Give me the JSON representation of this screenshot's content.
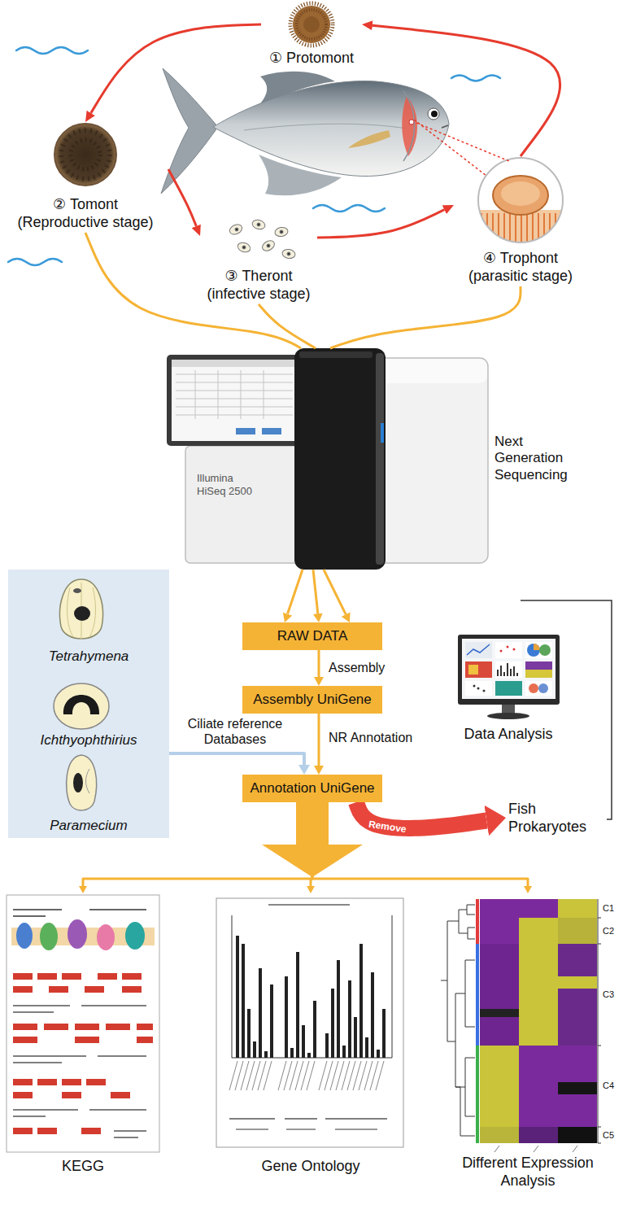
{
  "diagram": {
    "nodes": [
      {
        "text": [
          "① Protomont"
        ]
      },
      {
        "text": [
          "② Tomont",
          "(Reproductive stage)"
        ]
      },
      {
        "text": [
          "③ Theront",
          "(infective stage)"
        ]
      },
      {
        "text": [
          "④ Trophont",
          "(parasitic stage)"
        ]
      },
      {
        "text": [
          "Illumina HiSeq 2500",
          "Next Generation Sequencing"
        ]
      },
      {
        "text": [
          "RAW DATA"
        ]
      },
      {
        "text": [
          "Assembly UniGene"
        ]
      },
      {
        "text": [
          "Annotation UniGene"
        ]
      },
      {
        "text": [
          "Tetrahymena",
          "Ichthyophthirius",
          "Paramecium"
        ]
      },
      {
        "text": [
          "Fish Prokaryotes"
        ]
      },
      {
        "text": [
          "Data Analysis"
        ]
      },
      {
        "text": [
          "KEGG"
        ]
      },
      {
        "text": [
          "Gene Ontology"
        ]
      },
      {
        "text": [
          "Different Expression Analysis"
        ]
      }
    ],
    "edges": [
      {
        "from": 0,
        "to": 1,
        "arrow": "to"
      },
      {
        "from": 1,
        "to": 2,
        "arrow": "to"
      },
      {
        "from": 2,
        "to": 3,
        "arrow": "to"
      },
      {
        "from": 3,
        "to": 0,
        "arrow": "to"
      },
      {
        "from": 1,
        "to": 4,
        "arrow": "none"
      },
      {
        "from": 2,
        "to": 4,
        "arrow": "none"
      },
      {
        "from": 3,
        "to": 4,
        "arrow": "none"
      },
      {
        "from": 4,
        "to": 5,
        "arrow": "to"
      },
      {
        "from": 4,
        "to": 5,
        "arrow": "to"
      },
      {
        "from": 4,
        "to": 5,
        "arrow": "to"
      },
      {
        "from": 5,
        "to": 6,
        "label": "Assembly",
        "arrow": "to"
      },
      {
        "from": 8,
        "to": 7,
        "label": "Ciliate reference Databases",
        "arrow": "to"
      },
      {
        "from": 6,
        "to": 7,
        "label": "NR Annotation",
        "arrow": "to"
      },
      {
        "from": 7,
        "to": 9,
        "label": "Remove",
        "arrow": "to"
      },
      {
        "from": 7,
        "to": 11,
        "arrow": "to"
      },
      {
        "from": 7,
        "to": 12,
        "arrow": "to"
      },
      {
        "from": 7,
        "to": 13,
        "arrow": "to"
      }
    ],
    "labels": [
      "C1",
      "C2",
      "C3",
      "C4",
      "C5"
    ]
  }
}
